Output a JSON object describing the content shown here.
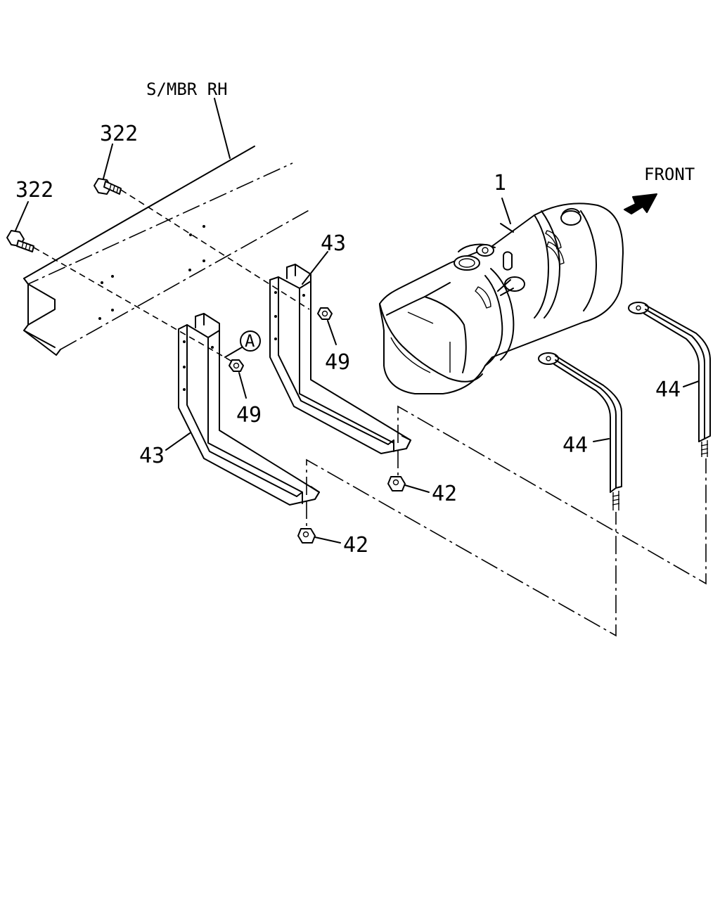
{
  "labels": {
    "side_member": "S/MBR RH",
    "front": "FRONT",
    "bolt_upper": "322",
    "bolt_lower": "322",
    "tank": "1",
    "bracket_rear": "43",
    "bracket_front": "43",
    "nut_rear": "49",
    "nut_front": "49",
    "callout_a": "A",
    "nut_bottom_rear": "42",
    "nut_bottom_front": "42",
    "strap_rear": "44",
    "strap_front": "44"
  },
  "icons": {
    "front_arrow": "front-arrow-icon"
  }
}
